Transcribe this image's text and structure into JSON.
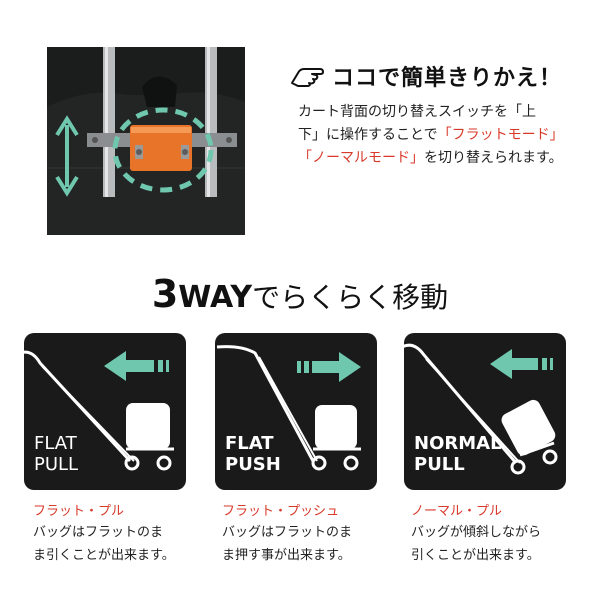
{
  "switch_section": {
    "title": "ココで簡単きりかえ！",
    "desc_line1": "カート背面の切り替えスイッチを「上",
    "desc_line2_prefix": "下」に操作することで",
    "desc_flat_mode": "「フラットモード」",
    "desc_normal_mode": "「ノーマルモード」",
    "desc_line3_suffix": "を切り替えられます。"
  },
  "three_way": {
    "number": "3",
    "way": "WAY",
    "rest": "でらくらく移動"
  },
  "modes": [
    {
      "label_line1": "FLAT",
      "label_line2": "PULL",
      "name": "フラット・プル",
      "desc_line1": "バッグはフラットのま",
      "desc_line2": "ま引くことが出来ます。",
      "arrow_direction": "left"
    },
    {
      "label_line1": "FLAT",
      "label_line2": "PUSH",
      "name": "フラット・プッシュ",
      "desc_line1": "バッグはフラットのま",
      "desc_line2": "ま押す事が出来ます。",
      "arrow_direction": "right"
    },
    {
      "label_line1": "NORMAL",
      "label_line2": "PULL",
      "name": "ノーマル・プル",
      "desc_line1": "バッグが傾斜しながら",
      "desc_line2": "引くことが出来ます。",
      "arrow_direction": "left"
    }
  ],
  "colors": {
    "accent_teal": "#6fc8ae",
    "accent_red": "#d83a2a",
    "switch_orange": "#e8742a",
    "panel_bg": "#1a1a1a"
  },
  "icons": [
    "pointing-hand-icon",
    "up-down-arrow-icon",
    "left-arrow-icon",
    "right-arrow-icon",
    "cart-icon"
  ]
}
